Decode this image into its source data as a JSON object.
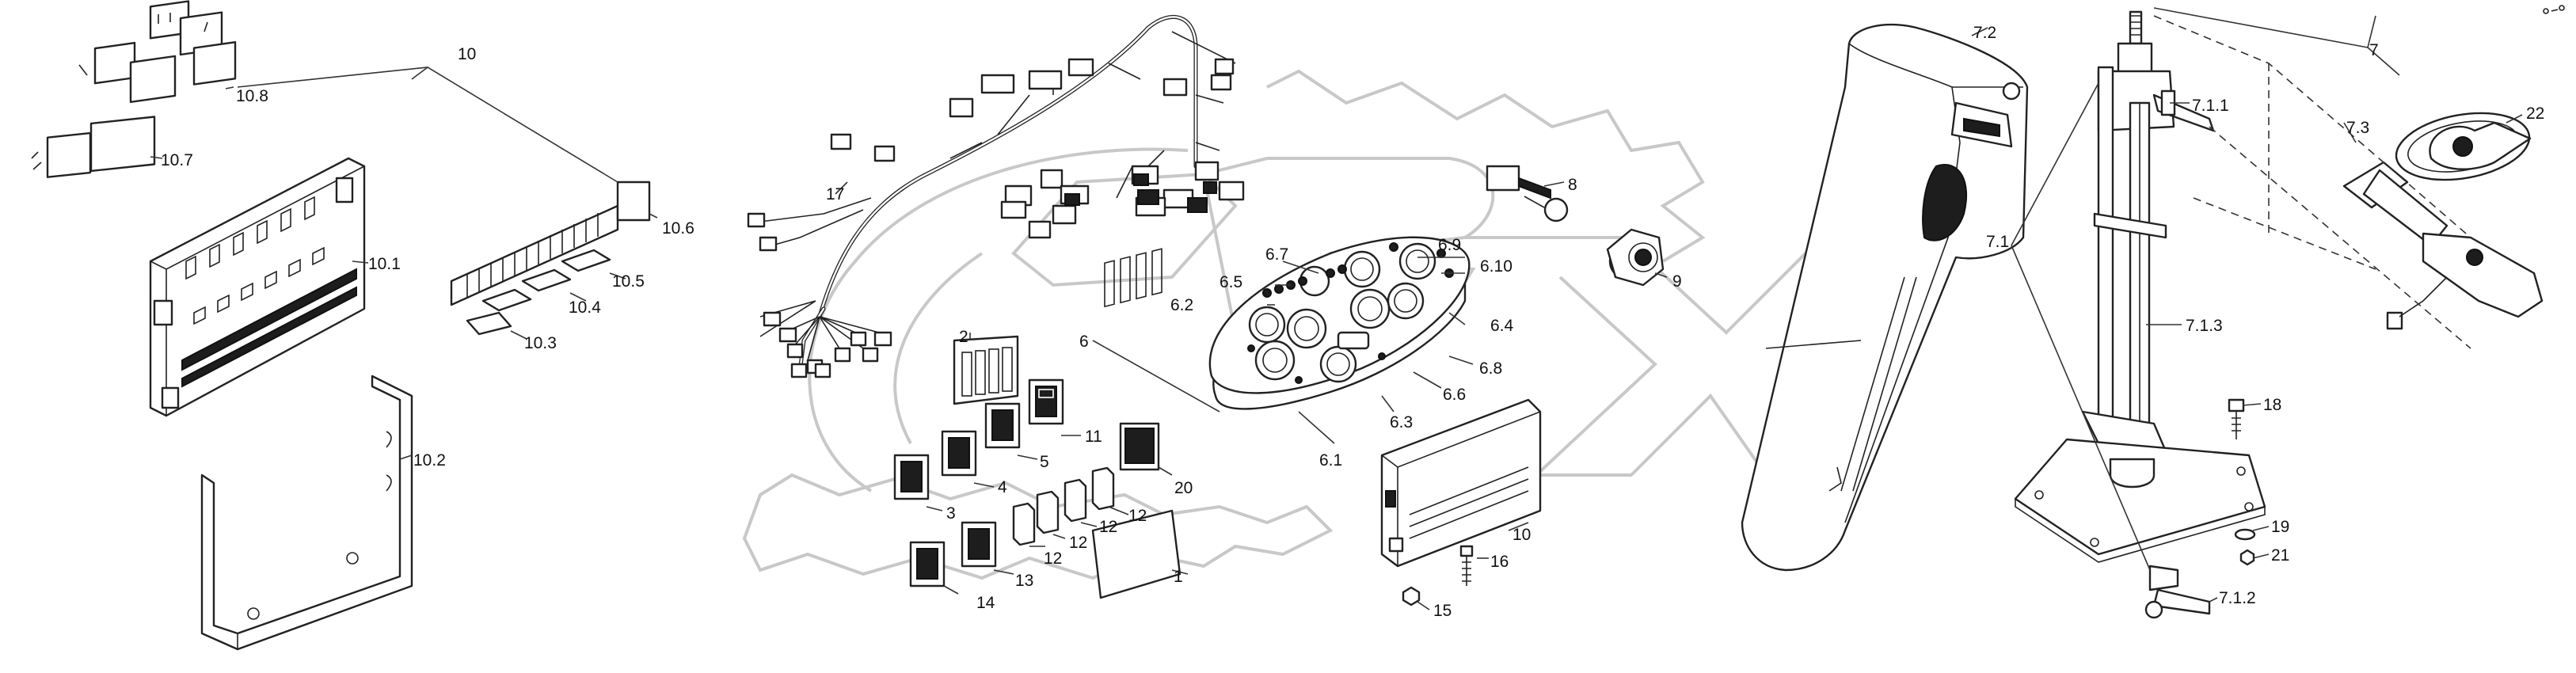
{
  "callouts": [
    {
      "id": "c-10",
      "text": "10"
    },
    {
      "id": "c-10-8",
      "text": "10.8"
    },
    {
      "id": "c-10-7",
      "text": "10.7"
    },
    {
      "id": "c-10-6",
      "text": "10.6"
    },
    {
      "id": "c-10-5",
      "text": "10.5"
    },
    {
      "id": "c-10-4",
      "text": "10.4"
    },
    {
      "id": "c-10-3",
      "text": "10.3"
    },
    {
      "id": "c-10-1",
      "text": "10.1"
    },
    {
      "id": "c-10-2",
      "text": "10.2"
    },
    {
      "id": "c-17",
      "text": "17"
    },
    {
      "id": "c-2",
      "text": "2"
    },
    {
      "id": "c-6",
      "text": "6"
    },
    {
      "id": "c-6-7",
      "text": "6.7"
    },
    {
      "id": "c-6-5",
      "text": "6.5"
    },
    {
      "id": "c-6-2",
      "text": "6.2"
    },
    {
      "id": "c-6-9",
      "text": "6.9"
    },
    {
      "id": "c-6-10",
      "text": "6.10"
    },
    {
      "id": "c-6-4",
      "text": "6.4"
    },
    {
      "id": "c-6-8",
      "text": "6.8"
    },
    {
      "id": "c-6-6",
      "text": "6.6"
    },
    {
      "id": "c-6-3",
      "text": "6.3"
    },
    {
      "id": "c-6-1",
      "text": "6.1"
    },
    {
      "id": "c-8",
      "text": "8"
    },
    {
      "id": "c-9",
      "text": "9"
    },
    {
      "id": "c-11",
      "text": "11"
    },
    {
      "id": "c-5",
      "text": "5"
    },
    {
      "id": "c-4",
      "text": "4"
    },
    {
      "id": "c-3",
      "text": "3"
    },
    {
      "id": "c-20",
      "text": "20"
    },
    {
      "id": "c-12a",
      "text": "12"
    },
    {
      "id": "c-12b",
      "text": "12"
    },
    {
      "id": "c-12c",
      "text": "12"
    },
    {
      "id": "c-12d",
      "text": "12"
    },
    {
      "id": "c-1",
      "text": "1"
    },
    {
      "id": "c-13",
      "text": "13"
    },
    {
      "id": "c-14",
      "text": "14"
    },
    {
      "id": "c-10b",
      "text": "10"
    },
    {
      "id": "c-16",
      "text": "16"
    },
    {
      "id": "c-15",
      "text": "15"
    },
    {
      "id": "c-7-2",
      "text": "7.2"
    },
    {
      "id": "c-7",
      "text": "7"
    },
    {
      "id": "c-7-1-1",
      "text": "7.1.1"
    },
    {
      "id": "c-7-3",
      "text": "7.3"
    },
    {
      "id": "c-22",
      "text": "22"
    },
    {
      "id": "c-7-1",
      "text": "7.1"
    },
    {
      "id": "c-7-1-3",
      "text": "7.1.3"
    },
    {
      "id": "c-18",
      "text": "18"
    },
    {
      "id": "c-19",
      "text": "19"
    },
    {
      "id": "c-21",
      "text": "21"
    },
    {
      "id": "c-7-1-2",
      "text": "7.1.2"
    }
  ],
  "colors": {
    "line": "#222222",
    "watermark": "#c8c8c8",
    "background": "#ffffff"
  }
}
